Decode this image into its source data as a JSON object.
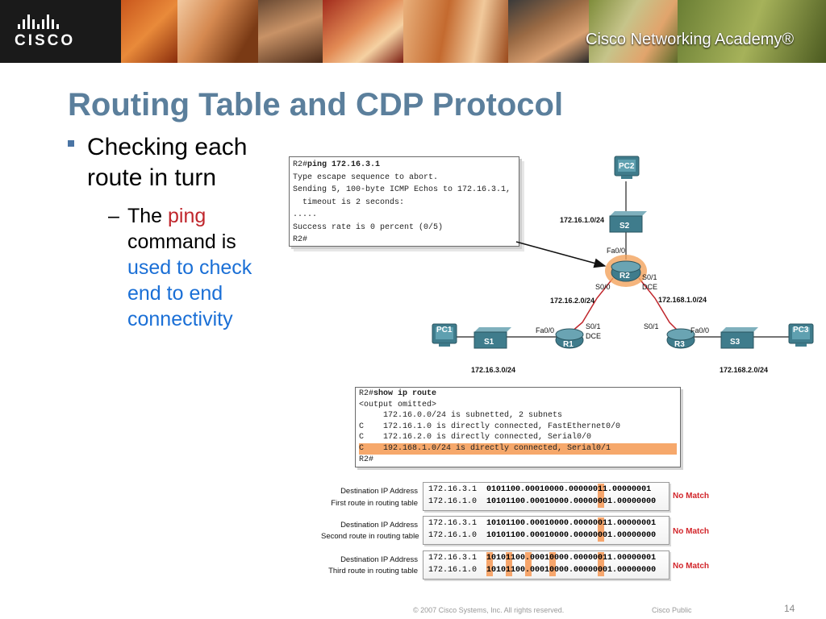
{
  "header": {
    "logo_text": "CISCO",
    "academy_text": "Cisco Networking Academy®"
  },
  "slide": {
    "title": "Routing Table and CDP Protocol",
    "bullet1": "Checking each route in turn",
    "bullet2_prefix": "The ",
    "bullet2_red": "ping",
    "bullet2_mid": " command is ",
    "bullet2_blue": "used to check end to end connectivity"
  },
  "ping_terminal": {
    "prompt": "R2#",
    "command": "ping 172.16.3.1",
    "lines": [
      "Type escape sequence to abort.",
      "Sending 5, 100-byte ICMP Echos to 172.16.3.1,",
      "  timeout is 2 seconds:",
      ".....",
      "Success rate is 0 percent (0/5)",
      "R2#"
    ]
  },
  "route_terminal": {
    "prompt": "R2#",
    "command": "show ip route",
    "lines": [
      "<output omitted>",
      "     172.16.0.0/24 is subnetted, 2 subnets",
      "C    172.16.1.0 is directly connected, FastEthernet0/0",
      "C    172.16.2.0 is directly connected, Serial0/0",
      "C    192.168.1.0/24 is directly connected, Serial0/1",
      "R2#"
    ],
    "highlight_index": 4
  },
  "network": {
    "devices": {
      "pc1": "PC1",
      "pc2": "PC2",
      "pc3": "PC3",
      "s1": "S1",
      "s2": "S2",
      "s3": "S3",
      "r1": "R1",
      "r2": "R2",
      "r3": "R3"
    },
    "labels": {
      "net_top": "172.16.1.0/24",
      "r2_fa": "Fa0/0",
      "r2_s01": "S0/1",
      "r2_dce": "DCE",
      "r2_s00": "S0/0",
      "net_left_serial": "172.16.2.0/24",
      "net_right_serial": "172.168.1.0/24",
      "r1_fa": "Fa0/0",
      "r1_s01": "S0/1",
      "r1_dce": "DCE",
      "r3_s01": "S0/1",
      "r3_fa": "Fa0/0",
      "net_bottom_left": "172.16.3.0/24",
      "net_bottom_right": "172.168.2.0/24"
    }
  },
  "comparisons": [
    {
      "label_dest": "Destination IP Address",
      "label_route": "First route in routing table",
      "dest_ip": "172.16.3.1",
      "dest_bin": "0101100.00010000.00000011.00000001",
      "route_ip": "172.16.1.0",
      "route_bin": "10101100.00010000.00000001.00000000",
      "result": "No Match"
    },
    {
      "label_dest": "Destination IP Address",
      "label_route": "Second route in routing table",
      "dest_ip": "172.16.3.1",
      "dest_bin": "10101100.00010000.00000011.00000001",
      "route_ip": "172.16.1.0",
      "route_bin": "10101100.00010000.00000001.00000000",
      "result": "No Match"
    },
    {
      "label_dest": "Destination IP Address",
      "label_route": "Third route in routing table",
      "dest_ip": "172.16.3.1",
      "dest_bin": "10101100.00010000.00000011.00000001",
      "route_ip": "172.16.1.0",
      "route_bin": "10101100.00010000.00000001.00000000",
      "result": "No Match"
    }
  ],
  "footer": {
    "copyright": "© 2007 Cisco Systems, Inc. All rights reserved.",
    "classification": "Cisco Public",
    "page": "14"
  },
  "colors": {
    "title": "#5b7f9c",
    "ping_red": "#c0262c",
    "link_blue": "#1a6fd6",
    "highlight_orange": "#f6a86b",
    "nomatch_red": "#d2252a",
    "device_teal": "#3f7c8c"
  }
}
